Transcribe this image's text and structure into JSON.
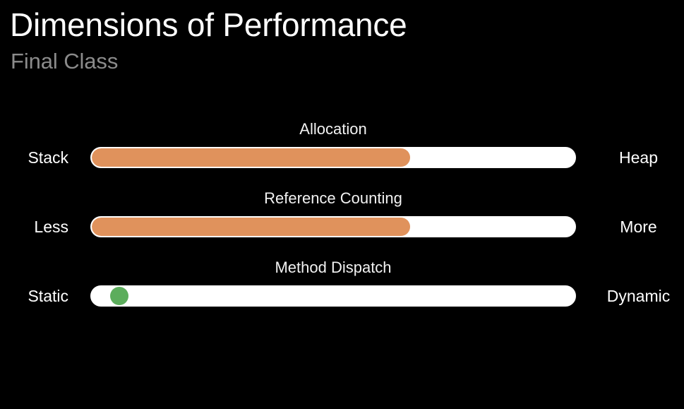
{
  "slide": {
    "background_color": "#000000",
    "title": "Dimensions of Performance",
    "subtitle": "Final Class"
  },
  "theme": {
    "title_color": "#ffffff",
    "subtitle_color": "#8b8b8b",
    "track_color": "#ffffff",
    "fill_color": "#e0925c",
    "marker_color": "#5cad5c",
    "label_color": "#ffffff"
  },
  "chart_data": {
    "type": "bar",
    "title": "Dimensions of Performance",
    "subtitle": "Final Class",
    "xlabel": "",
    "ylabel": "",
    "xlim": [
      0,
      100
    ],
    "grid": false,
    "legend": "none",
    "categories": [
      "Allocation",
      "Reference Counting",
      "Method Dispatch"
    ],
    "values": [
      66,
      66,
      4
    ],
    "series": [
      {
        "name": "Final Class",
        "values": [
          66,
          66,
          4
        ]
      }
    ]
  },
  "sliders": [
    {
      "title": "Allocation",
      "left_label": "Stack",
      "right_label": "Heap",
      "value_percent": 66,
      "marker": "fill",
      "fill_color": "#e0925c"
    },
    {
      "title": "Reference Counting",
      "left_label": "Less",
      "right_label": "More",
      "value_percent": 66,
      "marker": "fill",
      "fill_color": "#e0925c"
    },
    {
      "title": "Method Dispatch",
      "left_label": "Static",
      "right_label": "Dynamic",
      "value_percent": 4,
      "marker": "dot",
      "fill_color": "#5cad5c"
    }
  ]
}
